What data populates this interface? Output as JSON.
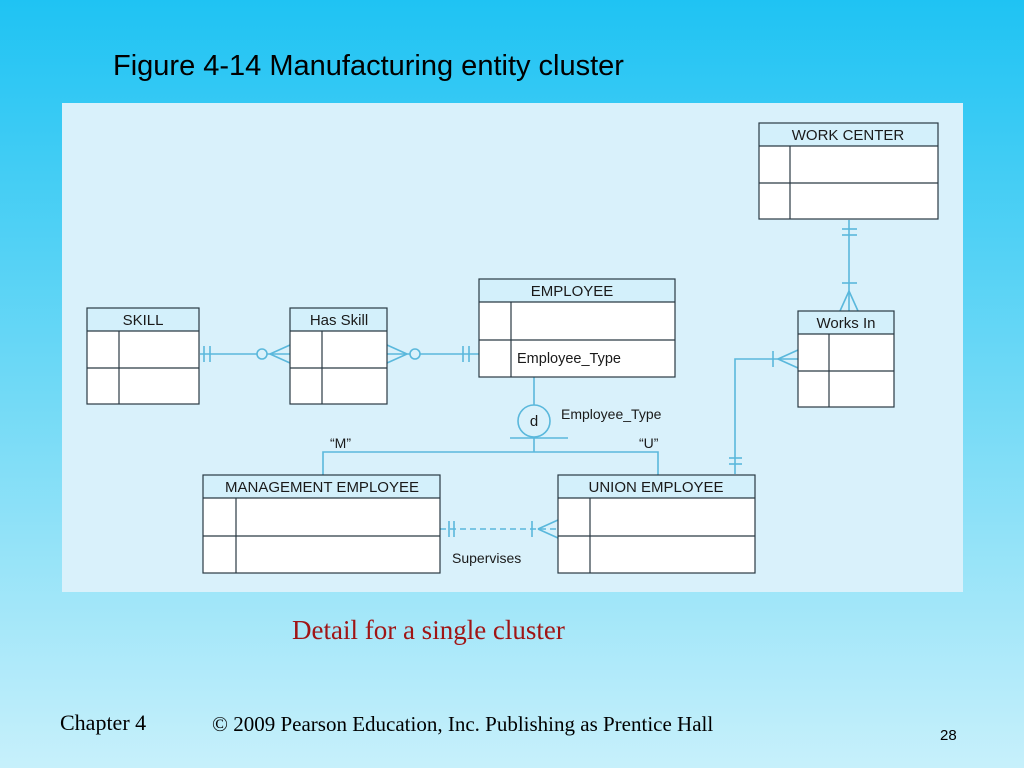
{
  "title": "Figure 4-14 Manufacturing entity cluster",
  "caption": "Detail for a single cluster",
  "footer": {
    "chapter": "Chapter 4",
    "copyright": "© 2009 Pearson Education, Inc.  Publishing as Prentice Hall",
    "page": "28"
  },
  "diagram": {
    "entities": {
      "work_center": "WORK CENTER",
      "employee": "EMPLOYEE",
      "employee_type_attr": "Employee_Type",
      "skill": "SKILL",
      "has_skill": "Has Skill",
      "works_in": "Works In",
      "management_employee": "MANAGEMENT EMPLOYEE",
      "union_employee": "UNION EMPLOYEE"
    },
    "subtype": {
      "symbol": "d",
      "discriminator": "Employee_Type",
      "management_value": "“M”",
      "union_value": "“U”"
    },
    "relationships": {
      "supervises": "Supervises"
    }
  }
}
